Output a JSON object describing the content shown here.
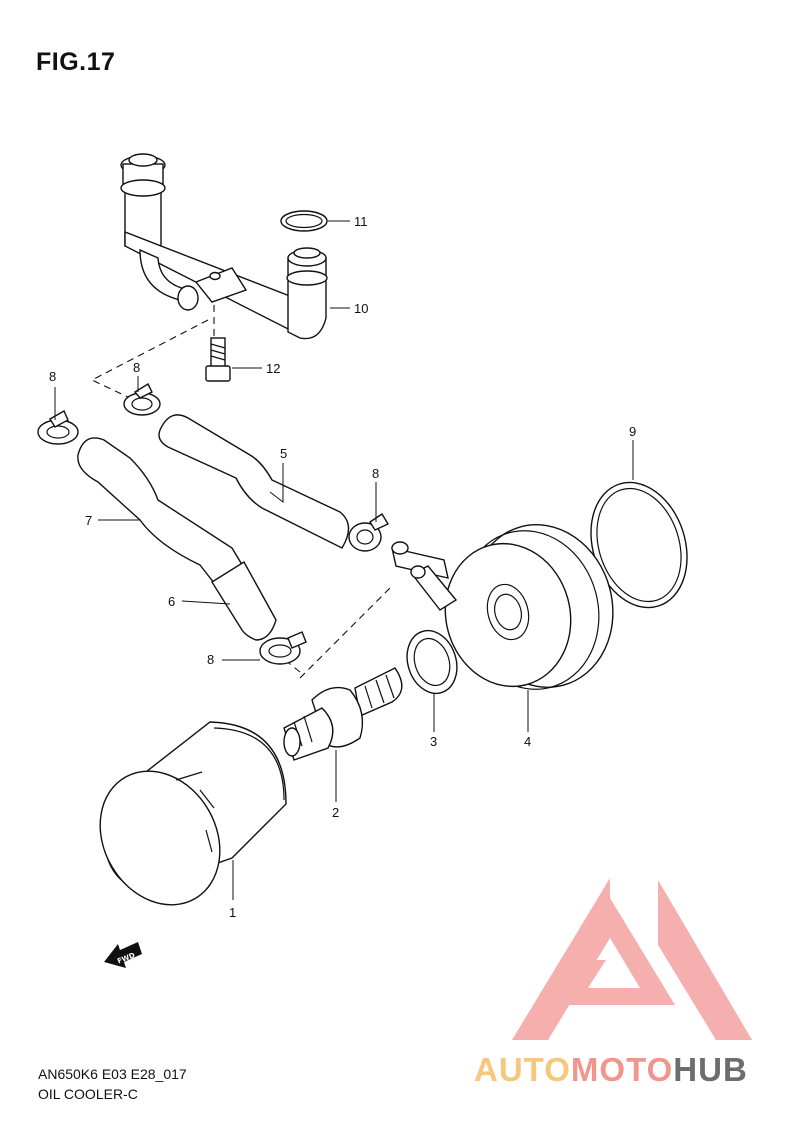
{
  "figure": {
    "title": "FIG.17",
    "model_code": "AN650K6 E03 E28_017",
    "section_name": "OIL COOLER-C"
  },
  "callouts": [
    "1",
    "2",
    "3",
    "4",
    "5",
    "6",
    "7",
    "8",
    "8",
    "8",
    "8",
    "9",
    "10",
    "11",
    "12"
  ],
  "fwd_label": "FWD",
  "watermark": {
    "part1": "AUTO",
    "part2": "MOTO",
    "part3": "HUB",
    "colors": {
      "auto": "#f7c77c",
      "moto": "#f2958d",
      "hub": "#6d6d6d",
      "triangle": "#f3a2a0"
    }
  }
}
